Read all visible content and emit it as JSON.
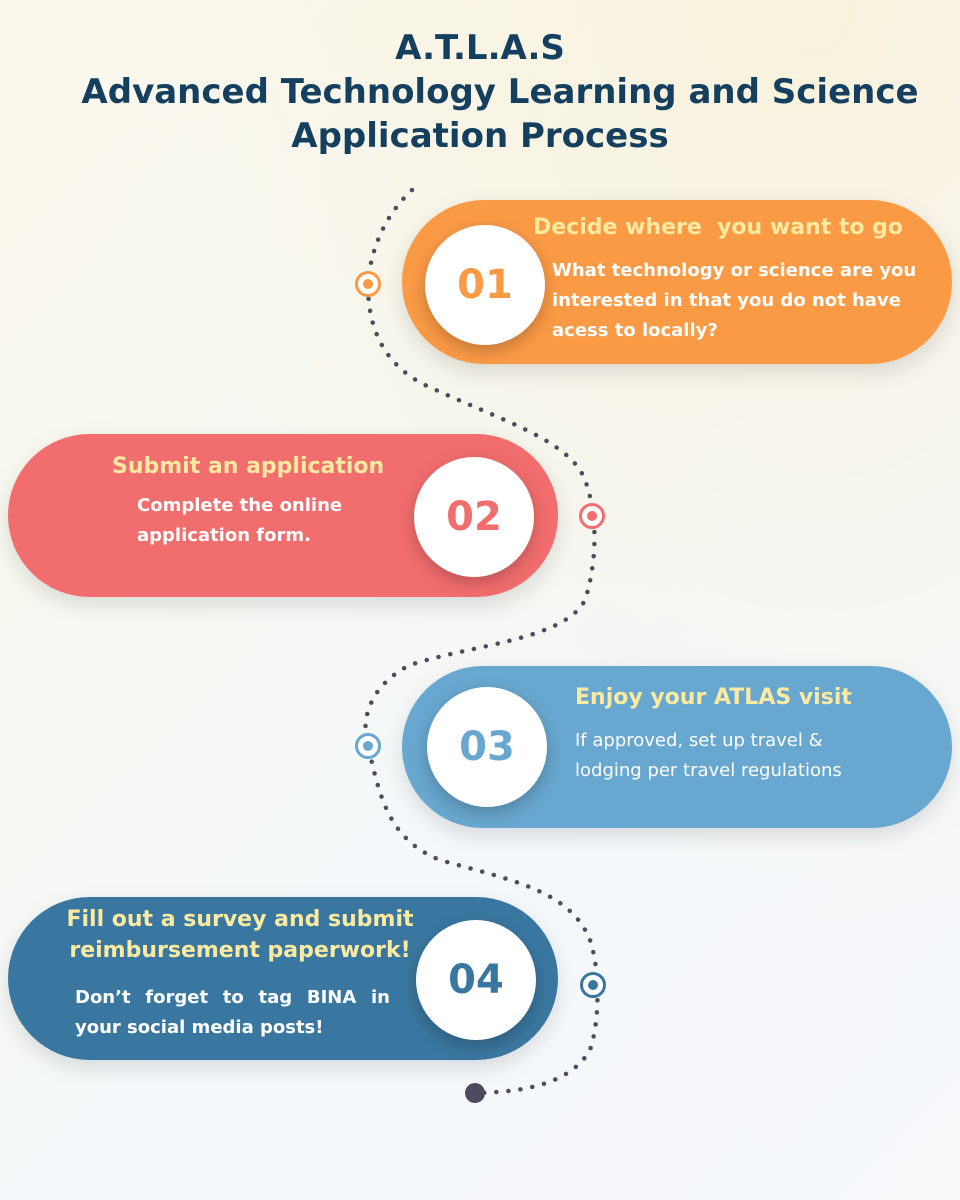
{
  "title": {
    "line1": "A.T.L.A.S",
    "line2": "Advanced Technology Learning and Science",
    "line3": "Application Process"
  },
  "colors": {
    "title": "#143f5f",
    "step_title": "#fbeaa0",
    "step1": "#fa9a45",
    "step2": "#f26d6d",
    "step3": "#68a7cf",
    "step4": "#3a77a0",
    "path_dots": "#4c4c5e"
  },
  "steps": [
    {
      "number": "01",
      "title": "Decide where  you want to go",
      "description": "What technology or science are you interested in that you do not have acess to locally?"
    },
    {
      "number": "02",
      "title": "Submit an application",
      "description": "Complete the online application form."
    },
    {
      "number": "03",
      "title": "Enjoy your ATLAS visit",
      "description": "If approved, set up travel & lodging per travel regulations"
    },
    {
      "number": "04",
      "title_line1": "Fill out a survey and submit",
      "title_line2": "reimbursement paperwork!",
      "description": "Don’t forget to tag BINA in your social media posts!"
    }
  ]
}
